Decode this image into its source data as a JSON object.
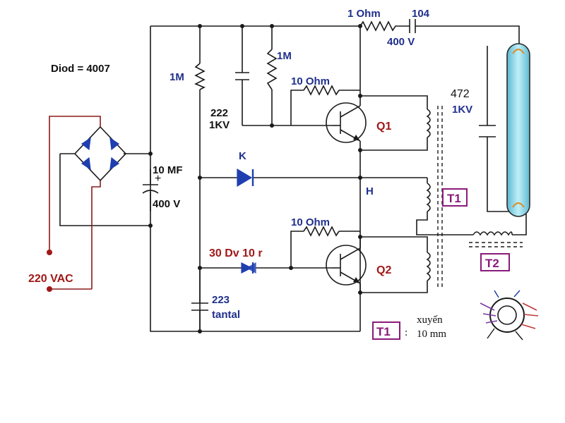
{
  "labels": {
    "r_top": "1 Ohm",
    "c_top_value": "104",
    "c_top_voltage": "400 V",
    "diode_type": "Diod = 4007",
    "r_1m_left": "1M",
    "r_1m_right": "1M",
    "r_10ohm_q1": "10 Ohm",
    "c222_value": "222",
    "c222_voltage": "1KV",
    "q1": "Q1",
    "c472_value": "472",
    "c472_voltage": "1KV",
    "k": "K",
    "c_10mf": "10 MF",
    "c_10mf_voltage": "400 V",
    "h": "H",
    "t1": "T1",
    "r_10ohm_q2": "10 Ohm",
    "diac": "30 Dv 10 r",
    "q2": "Q2",
    "t2": "T2",
    "c223_value": "223",
    "c223_type": "tantal",
    "supply": "220 VAC",
    "t1_note_box": "T1",
    "t1_note_colon": ":",
    "t1_note_word": "xuyến",
    "t1_note_size": "10 mm"
  },
  "colors": {
    "wire": "#1a1a1a",
    "supply_wire": "#8b1a1a",
    "tube_fill": "#8fd3e6",
    "diode_fill": "#1f3fb0",
    "label_blue": "#1f2f8c",
    "label_red": "#a01818",
    "box_magenta": "#8a1a7a"
  }
}
